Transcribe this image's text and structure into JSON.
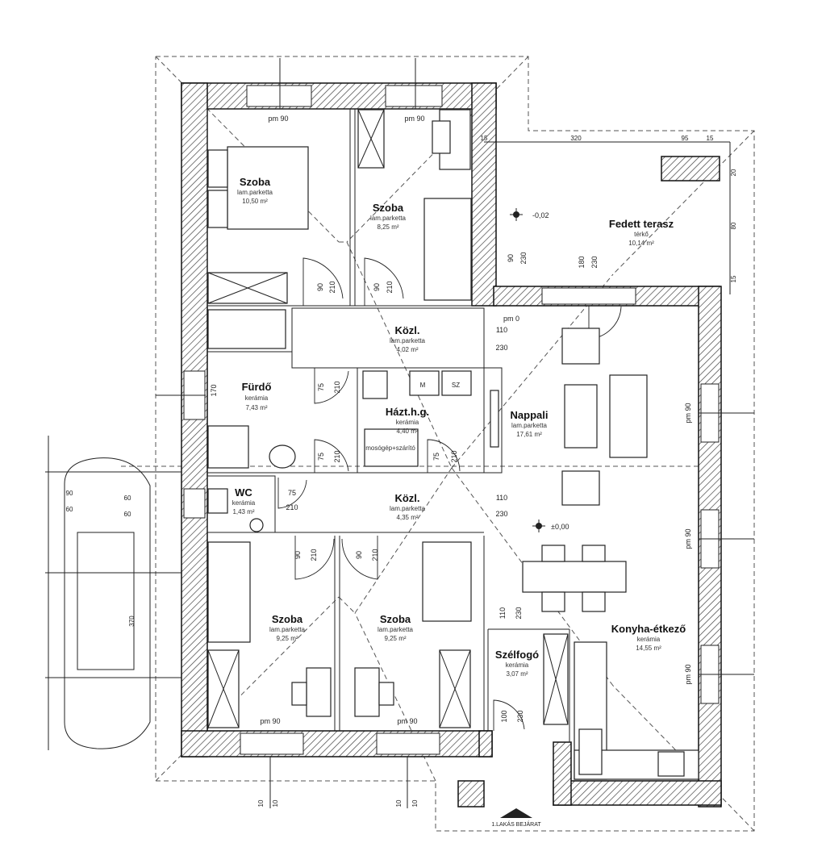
{
  "rooms": {
    "szoba1": {
      "name": "Szoba",
      "floor": "lam.parketta",
      "area": "10,50 m²"
    },
    "szoba2": {
      "name": "Szoba",
      "floor": "lam.parketta",
      "area": "8,25 m²"
    },
    "fedett": {
      "name": "Fedett terasz",
      "floor": "térkő",
      "area": "10,14 m²"
    },
    "kozl1": {
      "name": "Közl.",
      "floor": "lam.parketta",
      "area": "4,02 m²"
    },
    "furdo": {
      "name": "Fürdő",
      "floor": "kerámia",
      "area": "7,43 m²"
    },
    "haztart": {
      "name": "Házt.h.g.",
      "floor": "kerámia",
      "area": "4,40 m²"
    },
    "nappali": {
      "name": "Nappali",
      "floor": "lam.parketta",
      "area": "17,61 m²"
    },
    "wc": {
      "name": "WC",
      "floor": "kerámia",
      "area": "1,43 m²"
    },
    "kozl2": {
      "name": "Közl.",
      "floor": "lam.parketta",
      "area": "4,35 m²"
    },
    "szoba3": {
      "name": "Szoba",
      "floor": "lam.parketta",
      "area": "9,25 m²"
    },
    "szoba4": {
      "name": "Szoba",
      "floor": "lam.parketta",
      "area": "9,25 m²"
    },
    "konyha": {
      "name": "Konyha-étkező",
      "floor": "kerámia",
      "area": "14,55 m²"
    },
    "szelfogo": {
      "name": "Szélfogó",
      "floor": "kerámia",
      "area": "3,07 m²"
    }
  },
  "labels": {
    "pm90": "pm 90",
    "pm0": "pm 0",
    "lvl_minus": "-0,02",
    "lvl_zero": "±0,00",
    "d90": "90",
    "d210": "210",
    "d75": "75",
    "d110": "110",
    "d230": "230",
    "d180": "180",
    "d100": "100",
    "d170": "170",
    "d60": "60",
    "d10": "10",
    "d320": "320",
    "d95": "95",
    "d15": "15",
    "d370": "370",
    "d80": "80",
    "d20": "20",
    "m": "M",
    "sz": "SZ",
    "gep": "mosógép+szárító",
    "entry": "1.LAKÁS BEJÁRAT"
  },
  "colors": {
    "line": "#222222",
    "hatch": "#444444",
    "background": "#ffffff"
  }
}
